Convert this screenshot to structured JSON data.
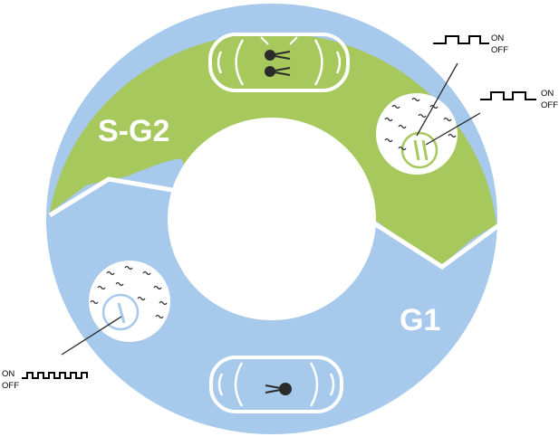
{
  "colors": {
    "sg2": "#a6c85d",
    "g1": "#a6c9ec",
    "white": "#ffffff",
    "ink": "#000000",
    "cell_dark": "#2b2b2b"
  },
  "phases": {
    "sg2": {
      "label": "S-G2",
      "cells_shown": 2
    },
    "g1": {
      "label": "G1",
      "cells_shown": 1
    }
  },
  "signals": {
    "on": "ON",
    "off": "OFF"
  },
  "icons": {
    "car": "car-icon",
    "cell": "cell-pair-icon",
    "wave": "tilde-wave-icon",
    "pulse": "square-pulse-icon"
  }
}
